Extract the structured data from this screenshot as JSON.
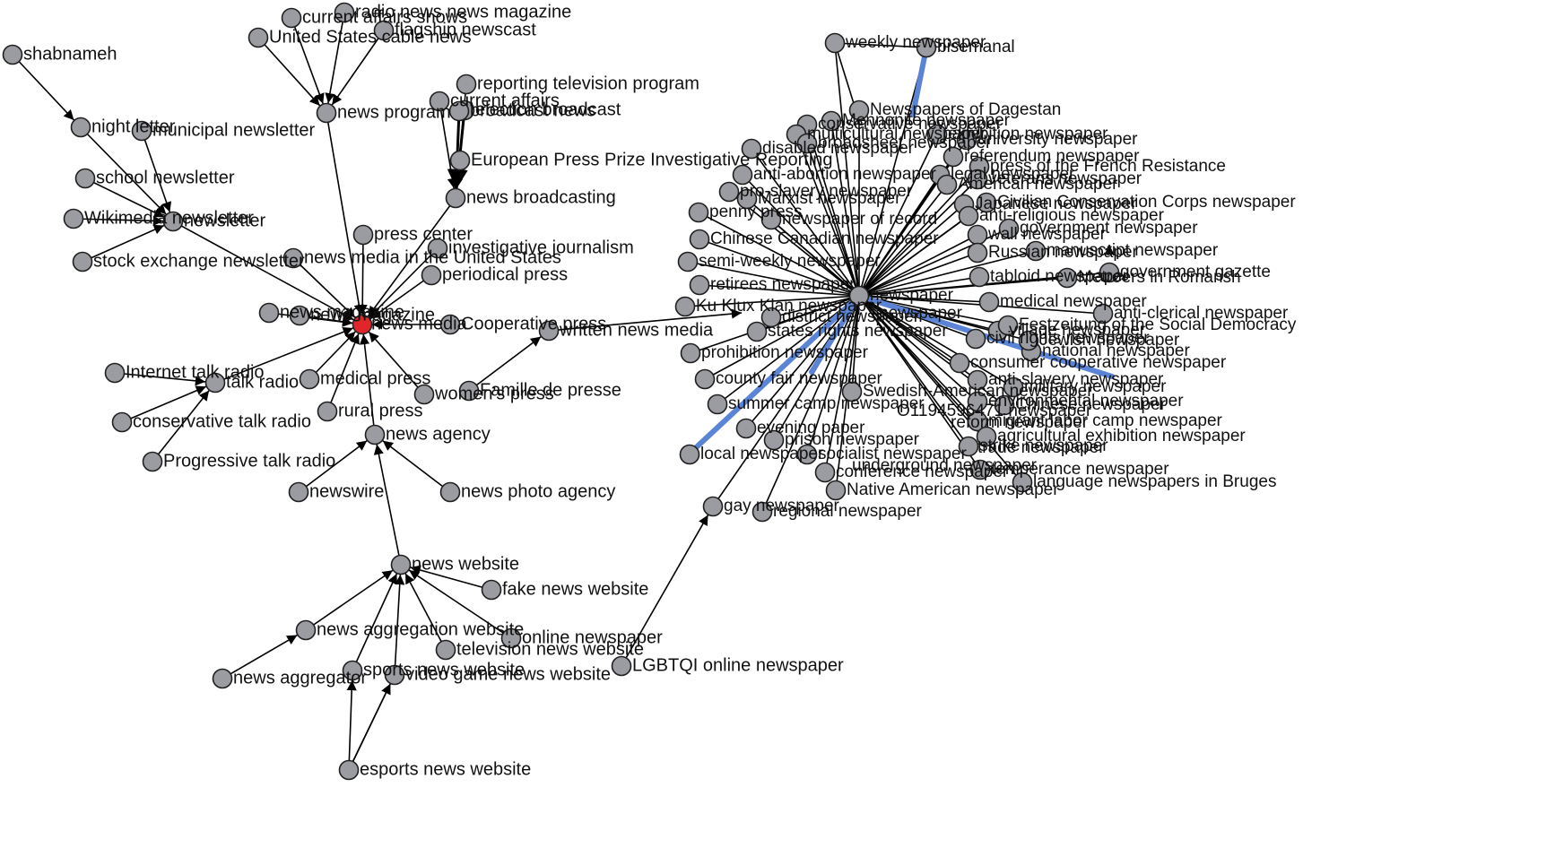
{
  "colors": {
    "node_fill": "#9a9ca1",
    "node_stroke": "#1f1f1f",
    "hub_fill": "#e0262b",
    "edge": "#000000",
    "highlight_edge": "#5b84d6",
    "background": "#ffffff"
  },
  "hub": "news media",
  "left_nodes": [
    "news magazine",
    "news program",
    "radio news news magazine",
    "current affairs shows",
    "United States cable news",
    "flagship newscast",
    "shabnameh",
    "night letter",
    "municipal newsletter",
    "school newsletter",
    "Wikimedia newsletter",
    "newsletter",
    "stock exchange newsletter",
    "reporting television program",
    "current affairs",
    "election broadcast",
    "broadcast news",
    "European Press Prize Investigative Reporting",
    "news broadcasting",
    "press center",
    "investigative journalism",
    "news media in the United States",
    "periodical press",
    "news magazine",
    "Cooperative press",
    "written news media",
    "Internet talk radio",
    "talk radio",
    "conservative talk radio",
    "Progressive talk radio",
    "medical press",
    "rural press",
    "women's press",
    "Famille de presse",
    "news agency",
    "newswire",
    "news photo agency",
    "news website",
    "fake news website",
    "news aggregation website",
    "online newspaper",
    "television news website",
    "news aggregator",
    "sports news website",
    "video game news website",
    "LGBTQI online newspaper",
    "esports news website"
  ],
  "cluster_nodes": [
    "weekly newspaper",
    "bisemanal",
    "Newspapers of Dagestan",
    "conservative newspaper",
    "Mennonite newspaper",
    "multicultural newspaper",
    "university newspaper",
    "broadsheet newspaper",
    "exhibition newspaper",
    "referendum newspaper",
    "disabled newspaper",
    "legal newspaper",
    "press of the French Resistance",
    "anti-abortion newspaper",
    "veterans newspaper",
    "American newspaper",
    "pro-slavery newspaper",
    "Marxist newspaper",
    "Civilian Conservation Corps newspaper",
    "penny press",
    "newspaper of record",
    "Japanese newspaper",
    "anti-religious newspaper",
    "government newspaper",
    "Chinese Canadian newspaper",
    "wall newspaper",
    "Russian newspaper",
    "manuscript newspaper",
    "semi-weekly newspaper",
    "tabloid newspaper",
    "Metroers in Romansh",
    "government gazette",
    "retirees newspaper",
    "Ku Klux Klan newspaper",
    "medical newspaper",
    "district newspaper",
    "village newspaper",
    "anti-clerical newspaper",
    "states rights newspaper",
    "Festzeitung of the Social Democracy",
    "civil rights newspaper",
    "prohibition newspaper",
    "national newspaper",
    "Jewish newspaper",
    "consumer cooperative newspaper",
    "county fair newspaper",
    "anti-slavery newspaper",
    "Swedish-American newspaper",
    "military newspaper",
    "environmental newspaper",
    "summer camp newspaper",
    "Chinese newspaper",
    "evening paper",
    "migrant labor camp newspaper",
    "prison newspaper",
    "agricultural exhibition newspaper",
    "socialist newspaper",
    "strike newspaper",
    "local newspaper",
    "temperance newspaper",
    "conference newspaper",
    "Native American newspaper",
    "language newspapers in Bruges",
    "gay newspaper",
    "regional newspaper",
    "newspaper"
  ],
  "overlap_fragments": [
    "newspaper",
    "O1194596471 newspaper",
    "reform newspaper",
    "underground newspaper",
    "trade newspaper"
  ]
}
